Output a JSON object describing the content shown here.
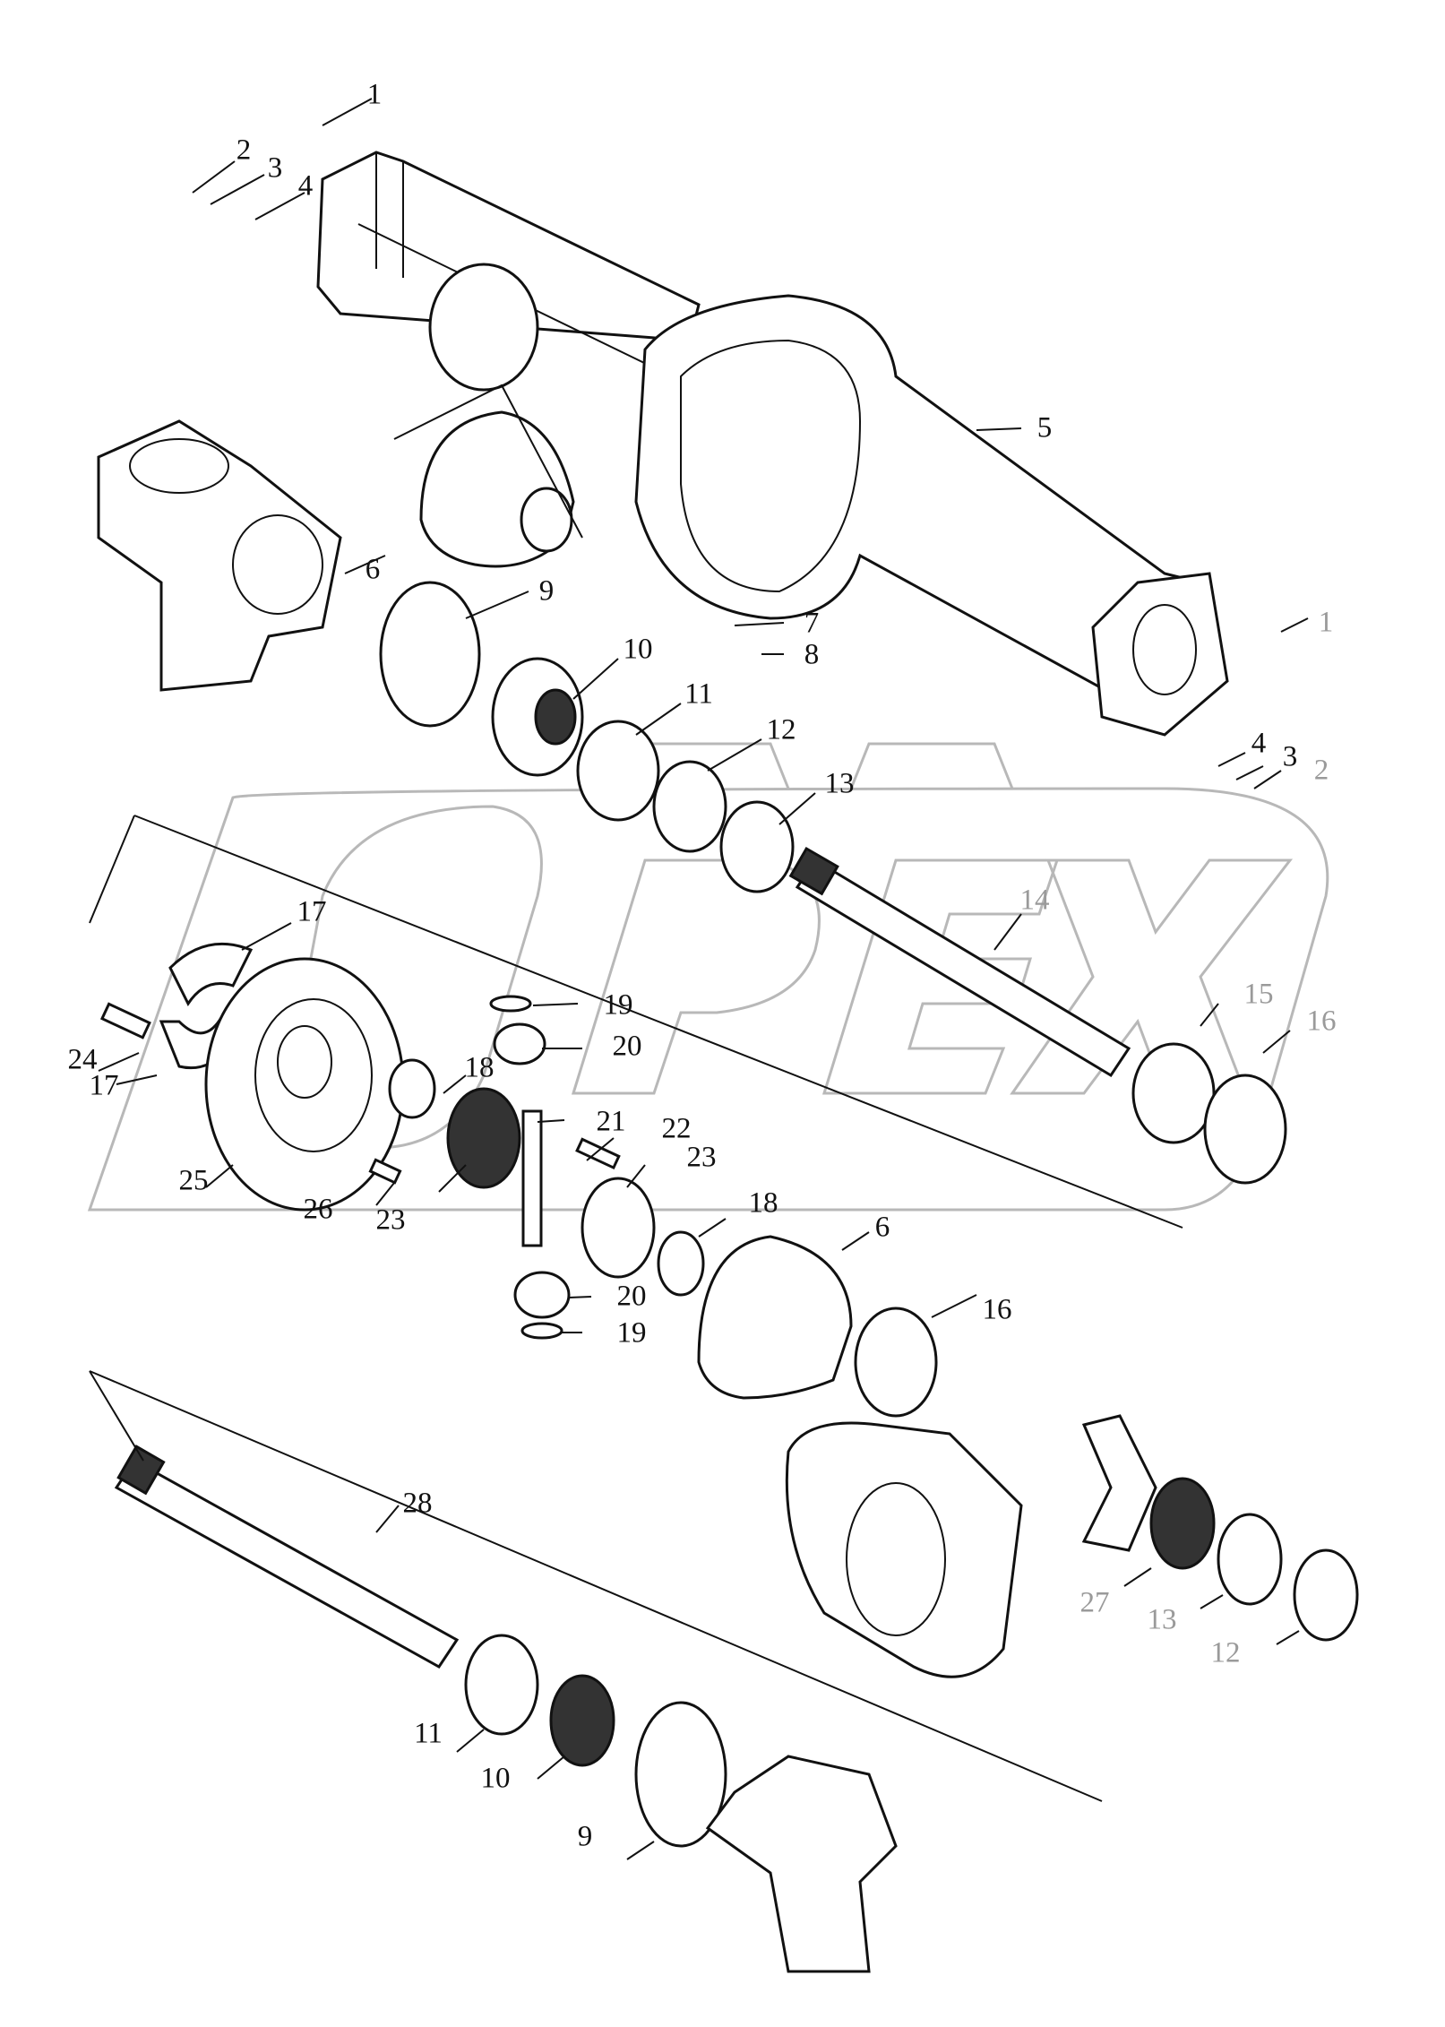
{
  "diagram": {
    "type": "exploded-parts-diagram",
    "subject": "Drive axle housing and differential assembly",
    "watermark": "OPEX",
    "callouts": [
      {
        "id": "c1a",
        "number": "1"
      },
      {
        "id": "c2a",
        "number": "2"
      },
      {
        "id": "c3a",
        "number": "3"
      },
      {
        "id": "c4a",
        "number": "4"
      },
      {
        "id": "c5",
        "number": "5"
      },
      {
        "id": "c6a",
        "number": "6"
      },
      {
        "id": "c7",
        "number": "7"
      },
      {
        "id": "c8",
        "number": "8"
      },
      {
        "id": "c9a",
        "number": "9"
      },
      {
        "id": "c10a",
        "number": "10"
      },
      {
        "id": "c11a",
        "number": "11"
      },
      {
        "id": "c12a",
        "number": "12"
      },
      {
        "id": "c13a",
        "number": "13"
      },
      {
        "id": "c1b",
        "number": "1"
      },
      {
        "id": "c4b",
        "number": "4"
      },
      {
        "id": "c3b",
        "number": "3"
      },
      {
        "id": "c2b",
        "number": "2"
      },
      {
        "id": "c14",
        "number": "14"
      },
      {
        "id": "c15",
        "number": "15"
      },
      {
        "id": "c16a",
        "number": "16"
      },
      {
        "id": "c17a",
        "number": "17"
      },
      {
        "id": "c17b",
        "number": "17"
      },
      {
        "id": "c24",
        "number": "24"
      },
      {
        "id": "c25",
        "number": "25"
      },
      {
        "id": "c26",
        "number": "26"
      },
      {
        "id": "c18a",
        "number": "18"
      },
      {
        "id": "c19a",
        "number": "19"
      },
      {
        "id": "c20a",
        "number": "20"
      },
      {
        "id": "c21",
        "number": "21"
      },
      {
        "id": "c22",
        "number": "22"
      },
      {
        "id": "c23a",
        "number": "23"
      },
      {
        "id": "c23b",
        "number": "23"
      },
      {
        "id": "c18b",
        "number": "18"
      },
      {
        "id": "c6b",
        "number": "6"
      },
      {
        "id": "c20b",
        "number": "20"
      },
      {
        "id": "c19b",
        "number": "19"
      },
      {
        "id": "c16b",
        "number": "16"
      },
      {
        "id": "c28",
        "number": "28"
      },
      {
        "id": "c27",
        "number": "27"
      },
      {
        "id": "c13b",
        "number": "13"
      },
      {
        "id": "c12b",
        "number": "12"
      },
      {
        "id": "c11b",
        "number": "11"
      },
      {
        "id": "c10b",
        "number": "10"
      },
      {
        "id": "c9b",
        "number": "9"
      }
    ]
  }
}
